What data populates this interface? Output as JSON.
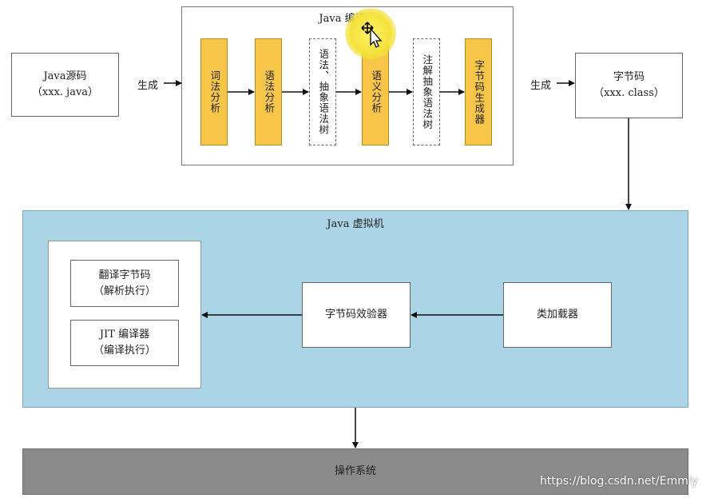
{
  "source": {
    "line1": "Java源码",
    "line2": "（xxx. java）"
  },
  "label_generate_left": "生成",
  "label_generate_right": "生成",
  "compiler": {
    "title": "Java 编译器",
    "stages": [
      "词法分析",
      "语法分析",
      "语法、抽象语法树",
      "语义分析",
      "注解抽象语法树",
      "字节码生成器"
    ]
  },
  "bytecode": {
    "line1": "字节码",
    "line2": "（xxx. class）"
  },
  "jvm": {
    "title": "Java 虚拟机",
    "exec_interpret": {
      "line1": "翻译字节码",
      "line2": "（解析执行）"
    },
    "exec_jit": {
      "line1": "JIT 编译器",
      "line2": "（编译执行）"
    },
    "verifier": "字节码效验器",
    "classloader": "类加载器"
  },
  "os": "操作系统",
  "watermark": "https://blog.csdn.net/Emmiy",
  "colors": {
    "stage_fill": "#f7c548",
    "jvm_fill": "#acd4e7",
    "os_fill": "#8b8b8b"
  }
}
